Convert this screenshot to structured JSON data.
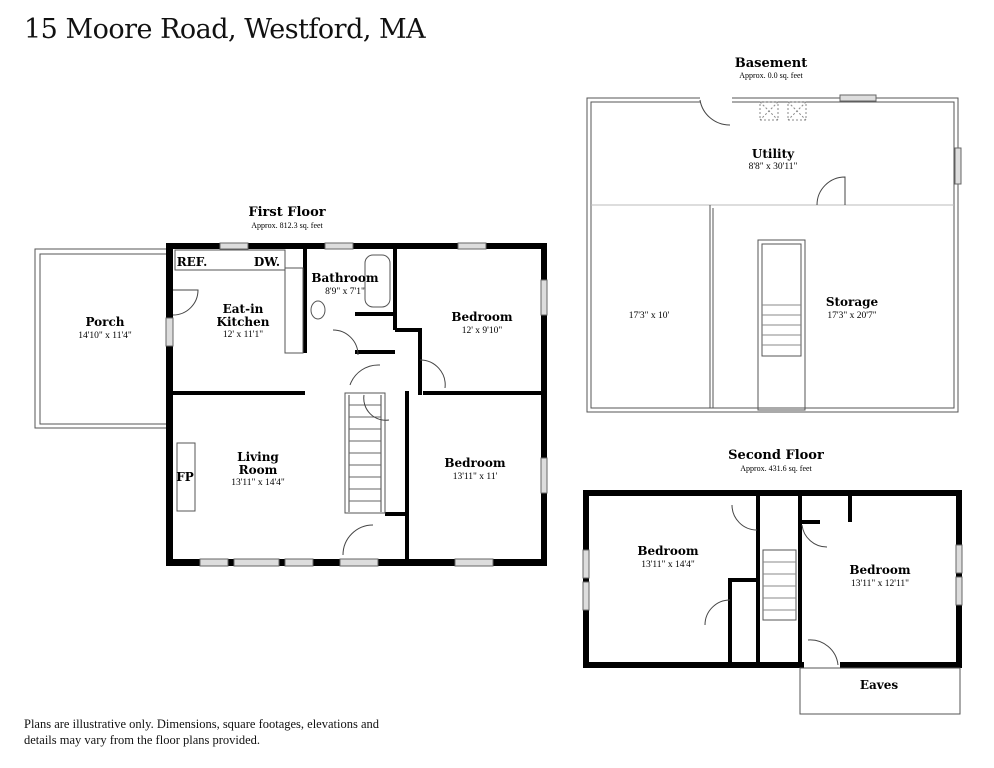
{
  "title": "15 Moore Road, Westford, MA",
  "disclaimer": "Plans are illustrative only. Dimensions, square footages, elevations and details may vary from the floor plans provided.",
  "floors": {
    "first": {
      "name": "First Floor",
      "area": "Approx. 812.3 sq. feet",
      "rooms": {
        "porch": {
          "name": "Porch",
          "dim": "14'10\" x 11'4\""
        },
        "kitchen": {
          "name1": "Eat-in",
          "name2": "Kitchen",
          "dim": "12' x 11'1\""
        },
        "bathroom": {
          "name": "Bathroom",
          "dim": "8'9\" x 7'1\""
        },
        "bedroom1": {
          "name": "Bedroom",
          "dim": "12' x 9'10\""
        },
        "living": {
          "name1": "Living",
          "name2": "Room",
          "dim": "13'11\" x 14'4\""
        },
        "bedroom2": {
          "name": "Bedroom",
          "dim": "13'11\" x 11'"
        }
      },
      "labels": {
        "ref": "REF.",
        "dw": "DW.",
        "fp": "FP"
      }
    },
    "basement": {
      "name": "Basement",
      "area": "Approx. 0.0 sq. feet",
      "rooms": {
        "utility": {
          "name": "Utility",
          "dim": "8'8\" x 30'11\""
        },
        "unnamed": {
          "dim": "17'3\" x 10'"
        },
        "storage": {
          "name": "Storage",
          "dim": "17'3\" x 20'7\""
        }
      }
    },
    "second": {
      "name": "Second Floor",
      "area": "Approx. 431.6 sq. feet",
      "rooms": {
        "bedroom1": {
          "name": "Bedroom",
          "dim": "13'11\" x 14'4\""
        },
        "bedroom2": {
          "name": "Bedroom",
          "dim": "13'11\" x 12'11\""
        },
        "eaves": {
          "name": "Eaves"
        }
      }
    }
  }
}
